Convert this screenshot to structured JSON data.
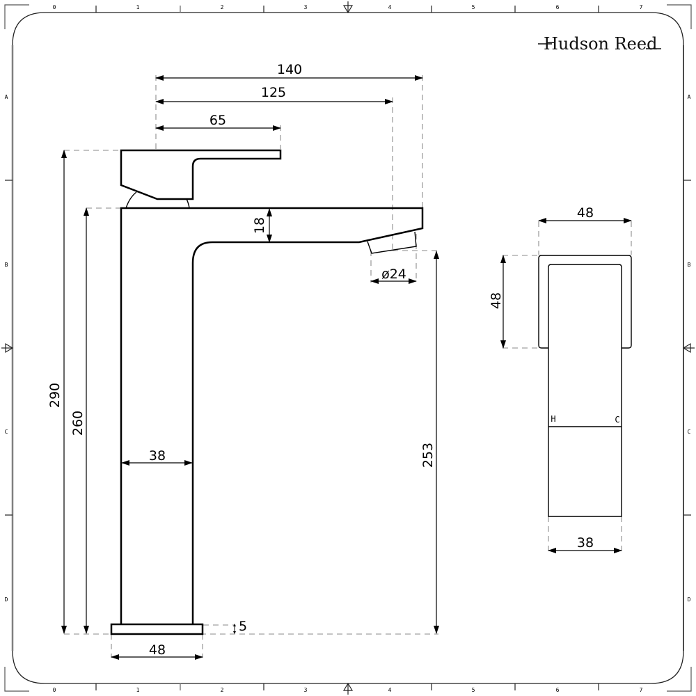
{
  "brand": {
    "name": "Hudson Reed"
  },
  "ruler": {
    "top": [
      "0",
      "1",
      "2",
      "3",
      "4",
      "5",
      "6",
      "7"
    ],
    "bottom": [
      "0",
      "1",
      "2",
      "3",
      "4",
      "5",
      "6",
      "7"
    ],
    "left": [
      "A",
      "B",
      "C",
      "D"
    ],
    "right": [
      "A",
      "B",
      "C",
      "D"
    ]
  },
  "side_view": {
    "dimensions": {
      "total_reach": "140",
      "spout_reach": "125",
      "handle_length": "65",
      "spout_thickness": "18",
      "aerator_diameter": "ø24",
      "total_height": "290",
      "body_height": "260",
      "spout_clearance": "253",
      "body_width": "38",
      "base_thickness": "5",
      "base_width": "48"
    }
  },
  "front_view": {
    "dimensions": {
      "handle_width": "48",
      "handle_height": "48",
      "body_width": "38"
    },
    "labels": {
      "hot": "H",
      "cold": "C"
    }
  },
  "colors": {
    "line": "#000000",
    "dash": "#b0b0b0",
    "frame": "#808080",
    "background": "#ffffff"
  }
}
